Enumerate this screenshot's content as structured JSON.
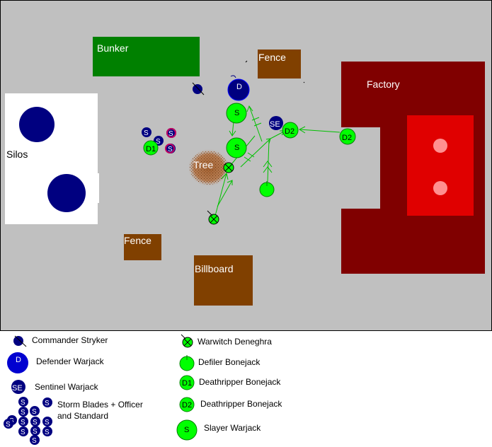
{
  "terrain": {
    "bunker": "Bunker",
    "fence_top": "Fence",
    "factory": "Factory",
    "silos": "Silos",
    "tree": "Tree",
    "fence_bottom": "Fence",
    "billboard": "Billboard"
  },
  "tokens": {
    "defender": "D",
    "slayer": "S",
    "sentinel": "SE",
    "deathripper1": "D1",
    "deathripper2": "D2",
    "storm_blade": "S"
  },
  "legend": {
    "commander": "Commander Stryker",
    "defender": "Defender Warjack",
    "sentinel": "Sentinel Warjack",
    "storm_blades_line1": "Storm Blades + Officer",
    "storm_blades_line2": "and Standard",
    "warwitch": "Warwitch Deneghra",
    "defiler": "Defiler Bonejack",
    "deathripper1": "Deathripper Bonejack",
    "deathripper2": "Deathripper Bonejack",
    "slayer": "Slayer Warjack"
  },
  "colors": {
    "field": "#c0c0c0",
    "cygnar_blue": "#000080",
    "cryx_green": "#00ff00",
    "move_arrow": "#00c000",
    "bunker": "#008000",
    "wood": "#804000",
    "factory": "#800000",
    "factory_interior": "#e00000"
  }
}
